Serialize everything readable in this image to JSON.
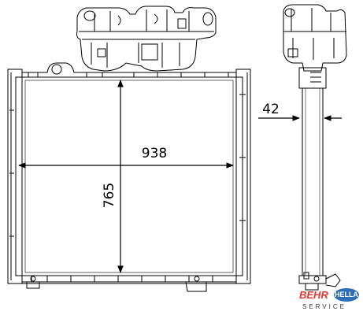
{
  "dimensions": {
    "width_label": "938",
    "height_label": "765",
    "depth_label": "42"
  },
  "logo": {
    "brand_left": "BEHR",
    "brand_right": "HELLA",
    "tagline": "SERVICE"
  },
  "colors": {
    "line": "#000000",
    "behr_red": "#e3342f",
    "hella_blue": "#2c6fb8"
  }
}
